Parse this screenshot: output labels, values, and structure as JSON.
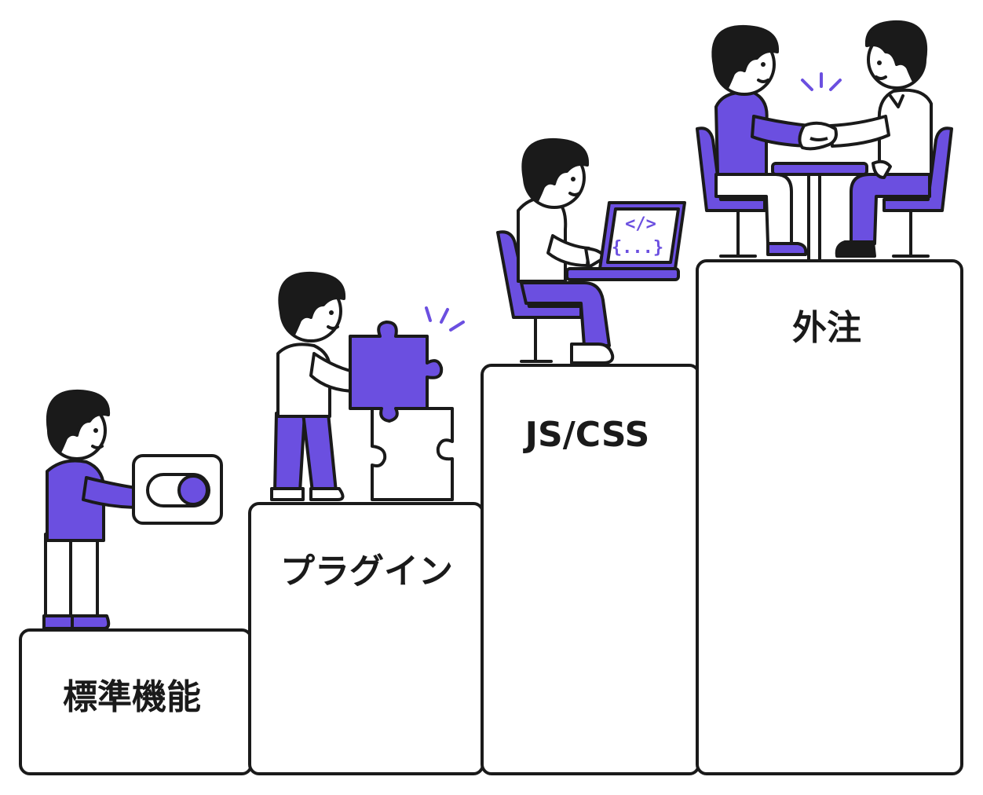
{
  "colors": {
    "accent": "#6b4fe0",
    "ink": "#1a1a1a",
    "paper": "#ffffff"
  },
  "steps": [
    {
      "label": "標準機能",
      "icon": "toggle-switch-icon"
    },
    {
      "label": "プラグイン",
      "icon": "puzzle-piece-icon"
    },
    {
      "label": "JS/CSS",
      "icon": "laptop-code-icon"
    },
    {
      "label": "外注",
      "icon": "handshake-icon"
    }
  ],
  "laptop": {
    "code_line_1": "</>",
    "code_line_2": "{...}"
  }
}
